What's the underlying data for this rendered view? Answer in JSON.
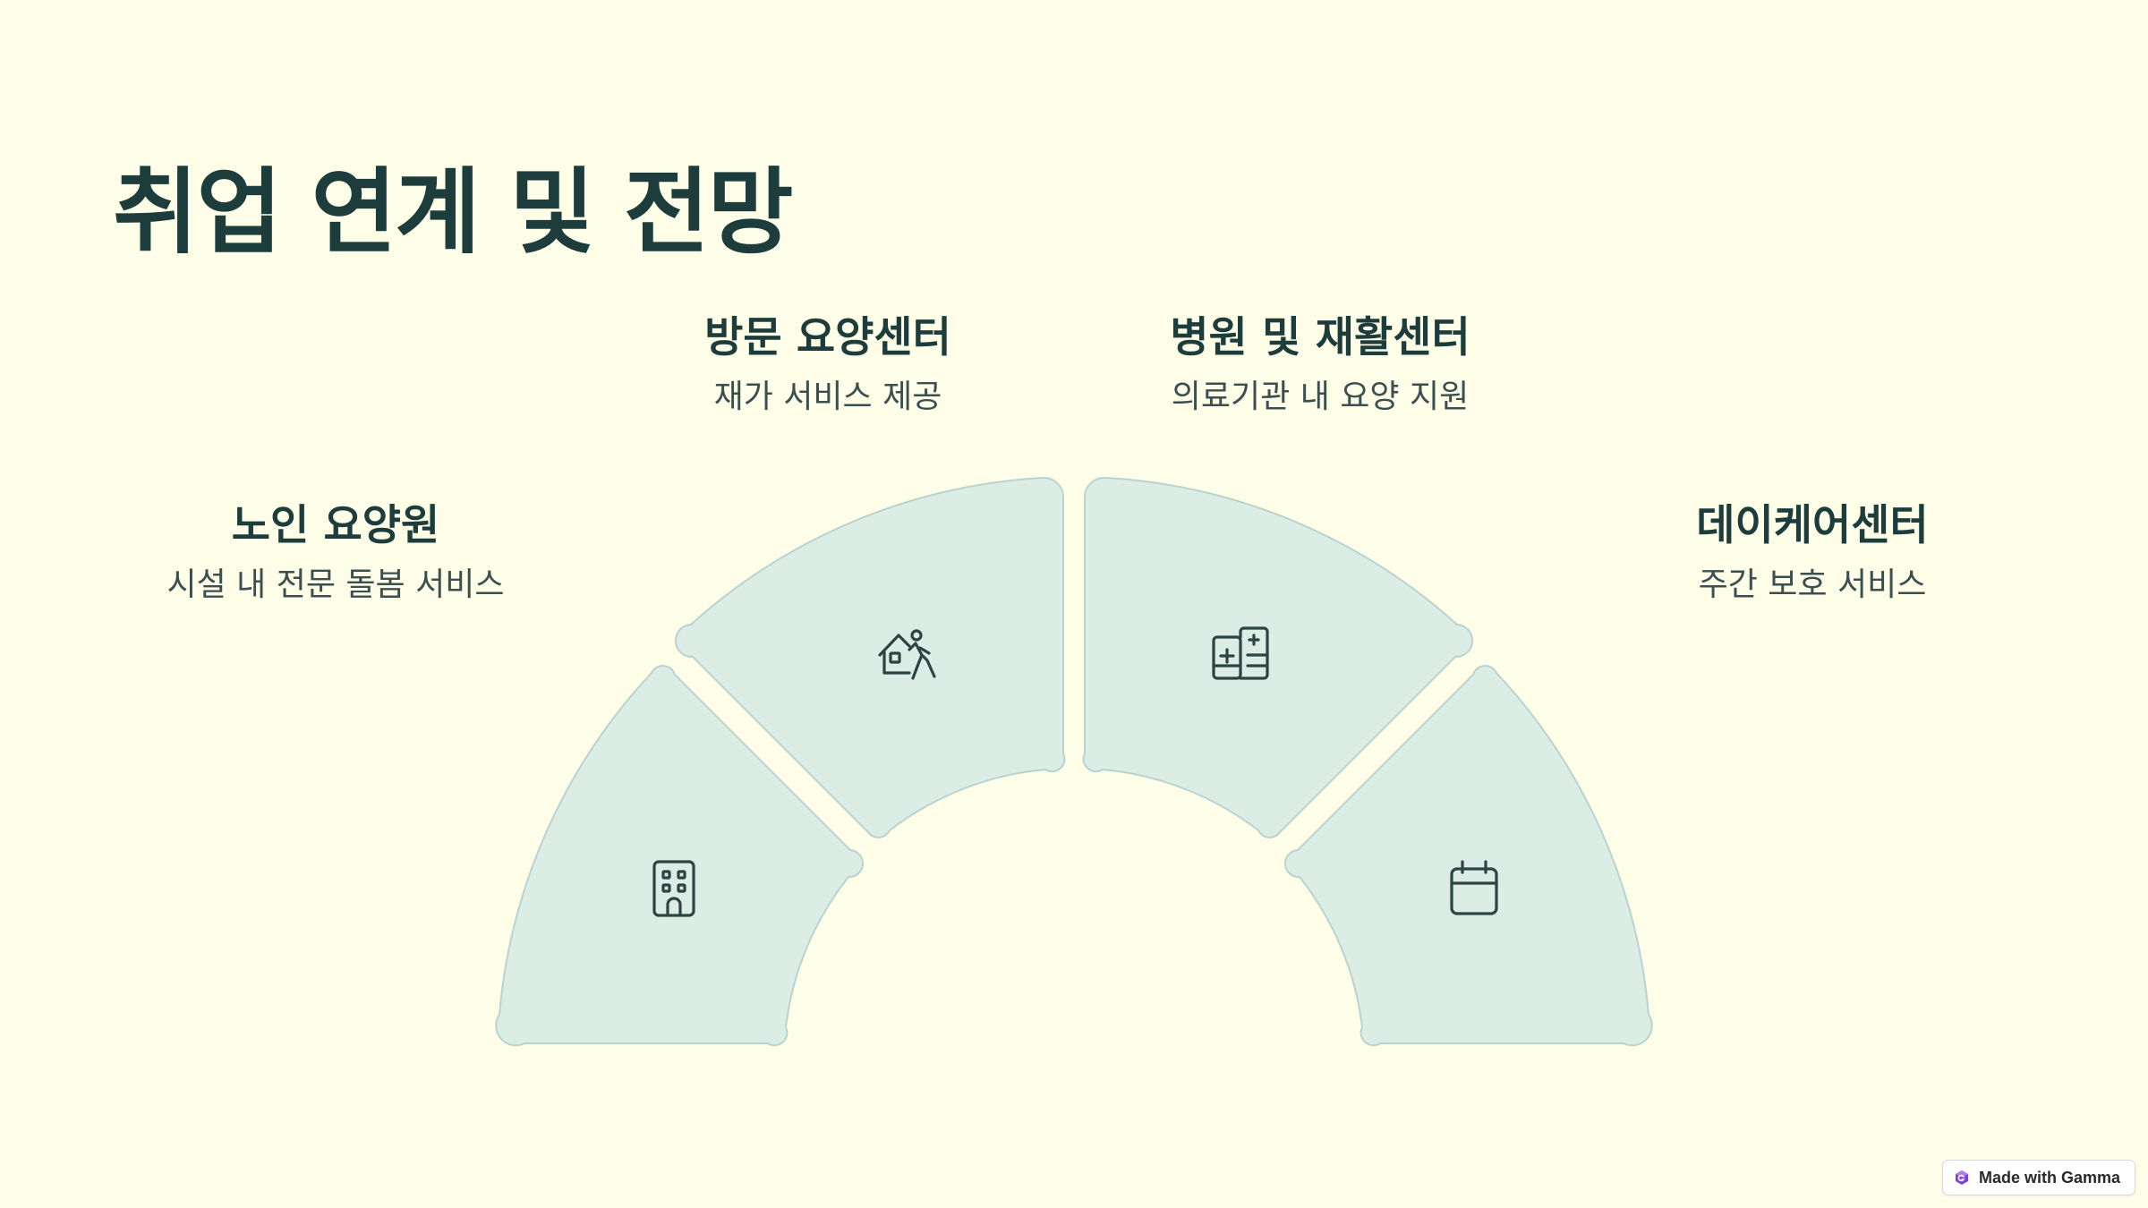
{
  "title": "취업 연계 및 전망",
  "segments": [
    {
      "title": "노인 요양원",
      "subtitle": "시설 내 전문 돌봄 서비스",
      "icon": "building-icon"
    },
    {
      "title": "방문 요양센터",
      "subtitle": "재가 서비스 제공",
      "icon": "home-visit-icon"
    },
    {
      "title": "병원 및 재활센터",
      "subtitle": "의료기관 내 요양 지원",
      "icon": "hospital-icon"
    },
    {
      "title": "데이케어센터",
      "subtitle": "주간 보호 서비스",
      "icon": "calendar-icon"
    }
  ],
  "badge": {
    "text": "Made with Gamma"
  },
  "colors": {
    "background": "#FEFDE8",
    "segment_fill": "#DCEDE6",
    "segment_stroke": "#B9D3CE",
    "text": "#1D3C3C"
  }
}
